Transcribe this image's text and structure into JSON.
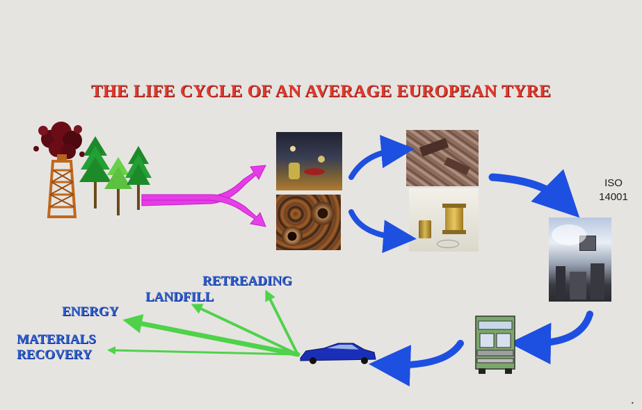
{
  "title": "THE LIFE CYCLE OF AN AVERAGE EUROPEAN TYRE",
  "certification": {
    "line1": "ISO",
    "line2": "14001"
  },
  "end_of_life": {
    "retreading": "RETREADING",
    "landfill": "LANDFILL",
    "energy": "ENERGY",
    "materials_line1": "MATERIALS",
    "materials_line2": "RECOVERY"
  },
  "corner_mark": "•",
  "colors": {
    "title": "#e2392d",
    "labels": "#2f5fd0",
    "magenta_arrow": "#e63ce8",
    "blue_arrow": "#1d4fe0",
    "green_arrow": "#4fd24a"
  },
  "icons": [
    "oil-rig-icon",
    "trees-icon",
    "car-icon",
    "truck-icon"
  ]
}
